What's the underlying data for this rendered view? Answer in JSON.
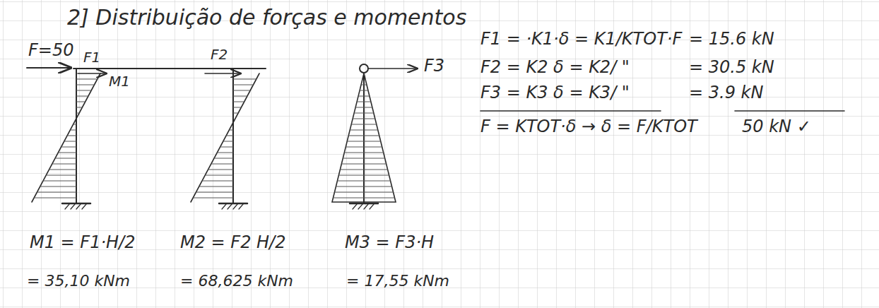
{
  "diagram": {
    "title": "2] Distribuição de forças e momentos",
    "labels": [
      "F=50",
      "F1",
      "M1",
      "F2",
      "F3",
      "F1 = ·K1·δ = K1/KTOT·F",
      "= 15.6 kN",
      "F2 = K2 δ = K2/ \"",
      "= 30.5 kN",
      "F3 = K3 δ = K3/ \"",
      "= 3.9 kN",
      "F = KTOT·δ → δ = F/KTOT",
      "50 kN ✓",
      "M1 = F1·H/2",
      "= 35,10 kNm",
      "M2 = F2 H/2",
      "= 68,625 kNm",
      "M3 = F3·H",
      "= 17,55 kNm"
    ]
  }
}
